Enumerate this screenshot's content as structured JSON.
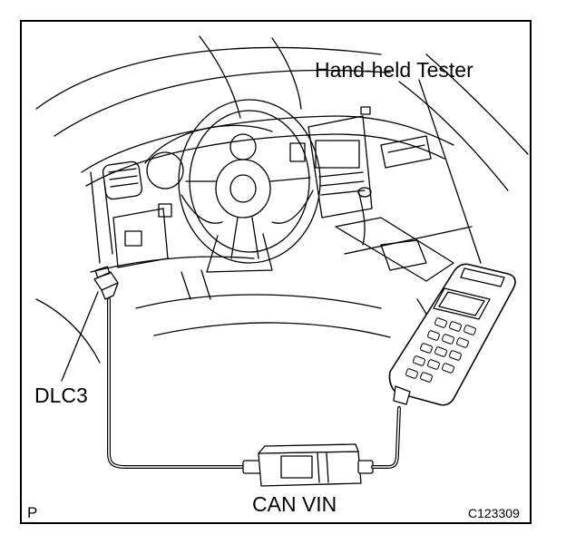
{
  "labels": {
    "tester": "Hand-held Tester",
    "dlc3": "DLC3",
    "can_vin": "CAN VIN",
    "corner_mark": "P",
    "figure_code": "C123309"
  },
  "colors": {
    "line": "#000000",
    "background": "#ffffff"
  }
}
